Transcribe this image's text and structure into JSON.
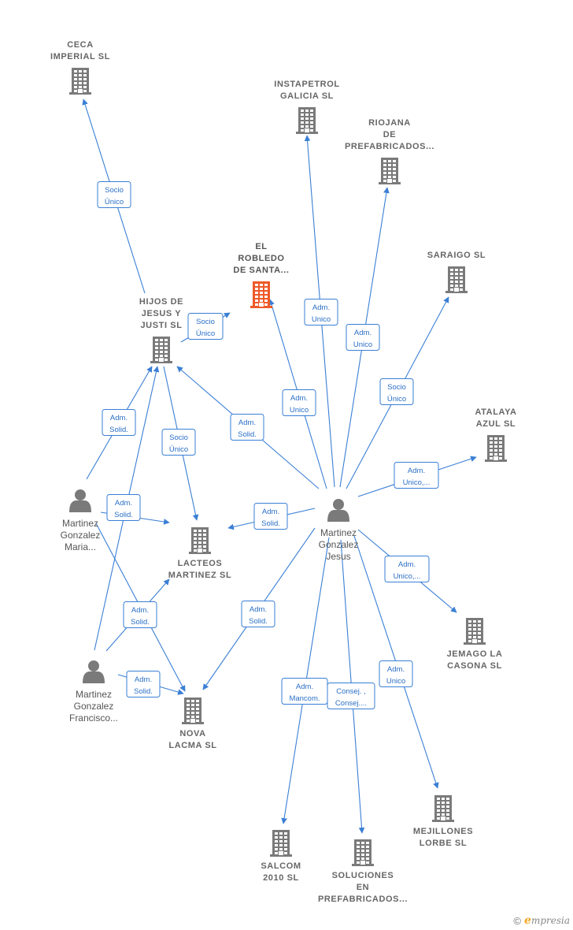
{
  "colors": {
    "edge": "#3a7fd5",
    "building": "#7a7a7a",
    "building_focus": "#ee5a2a",
    "person": "#7a7a7a"
  },
  "companies": [
    {
      "id": "ceca",
      "lines": [
        "CECA",
        "IMPERIAL  SL"
      ],
      "focus": false
    },
    {
      "id": "instapetrol",
      "lines": [
        "INSTAPETROL",
        "GALICIA SL"
      ],
      "focus": false
    },
    {
      "id": "riojana",
      "lines": [
        "RIOJANA",
        "DE",
        "PREFABRICADOS..."
      ],
      "focus": false
    },
    {
      "id": "robledo",
      "lines": [
        "EL",
        "ROBLEDO",
        "DE SANTA..."
      ],
      "focus": true
    },
    {
      "id": "saraigo",
      "lines": [
        "SARAIGO  SL"
      ],
      "focus": false
    },
    {
      "id": "hijos",
      "lines": [
        "HIJOS DE",
        "JESUS Y",
        "JUSTI  SL"
      ],
      "focus": false
    },
    {
      "id": "atalaya",
      "lines": [
        "ATALAYA",
        "AZUL SL"
      ],
      "focus": false
    },
    {
      "id": "lacteos",
      "lines": [
        "LACTEOS",
        "MARTINEZ SL"
      ],
      "focus": false
    },
    {
      "id": "jemago",
      "lines": [
        "JEMAGO LA",
        "CASONA  SL"
      ],
      "focus": false
    },
    {
      "id": "nova",
      "lines": [
        "NOVA",
        "LACMA  SL"
      ],
      "focus": false
    },
    {
      "id": "mejillones",
      "lines": [
        "MEJILLONES",
        "LORBE  SL"
      ],
      "focus": false
    },
    {
      "id": "salcom",
      "lines": [
        "SALCOM",
        "2010 SL"
      ],
      "focus": false
    },
    {
      "id": "soluciones",
      "lines": [
        "SOLUCIONES",
        "EN",
        "PREFABRICADOS..."
      ],
      "focus": false
    }
  ],
  "persons": [
    {
      "id": "jesus",
      "lines": [
        "Martinez",
        "Gonzalez",
        "Jesus"
      ]
    },
    {
      "id": "maria",
      "lines": [
        "Martinez",
        "Gonzalez",
        "Maria..."
      ]
    },
    {
      "id": "francisco",
      "lines": [
        "Martinez",
        "Gonzalez",
        "Francisco..."
      ]
    }
  ],
  "relations": [
    {
      "id": "r1",
      "lines": [
        "Socio",
        "Único"
      ]
    },
    {
      "id": "r2",
      "lines": [
        "Socio",
        "Único"
      ]
    },
    {
      "id": "r3",
      "lines": [
        "Adm.",
        "Unico"
      ]
    },
    {
      "id": "r4",
      "lines": [
        "Adm.",
        "Unico"
      ]
    },
    {
      "id": "r5",
      "lines": [
        "Adm.",
        "Unico"
      ]
    },
    {
      "id": "r6",
      "lines": [
        "Socio",
        "Único"
      ]
    },
    {
      "id": "r7",
      "lines": [
        "Adm.",
        "Solid."
      ]
    },
    {
      "id": "r8",
      "lines": [
        "Adm.",
        "Unico,..."
      ]
    },
    {
      "id": "r9",
      "lines": [
        "Adm.",
        "Solid."
      ]
    },
    {
      "id": "r10",
      "lines": [
        "Socio",
        "Único"
      ]
    },
    {
      "id": "r11",
      "lines": [
        "Adm.",
        "Solid."
      ]
    },
    {
      "id": "r12",
      "lines": [
        "Adm.",
        "Solid."
      ]
    },
    {
      "id": "r13",
      "lines": [
        "Adm.",
        "Unico,..."
      ]
    },
    {
      "id": "r14",
      "lines": [
        "Adm.",
        "Solid."
      ]
    },
    {
      "id": "r15",
      "lines": [
        "Adm.",
        "Solid."
      ]
    },
    {
      "id": "r16",
      "lines": [
        "Adm.",
        "Solid."
      ]
    },
    {
      "id": "r17",
      "lines": [
        "Adm.",
        "Unico"
      ]
    },
    {
      "id": "r18",
      "lines": [
        "Adm.",
        "Mancom."
      ]
    },
    {
      "id": "r19",
      "lines": [
        "Consej. ,",
        "Consej...."
      ]
    }
  ],
  "footer": {
    "copyright": "©",
    "brand_initial": "e",
    "brand_rest": "mpresia"
  }
}
